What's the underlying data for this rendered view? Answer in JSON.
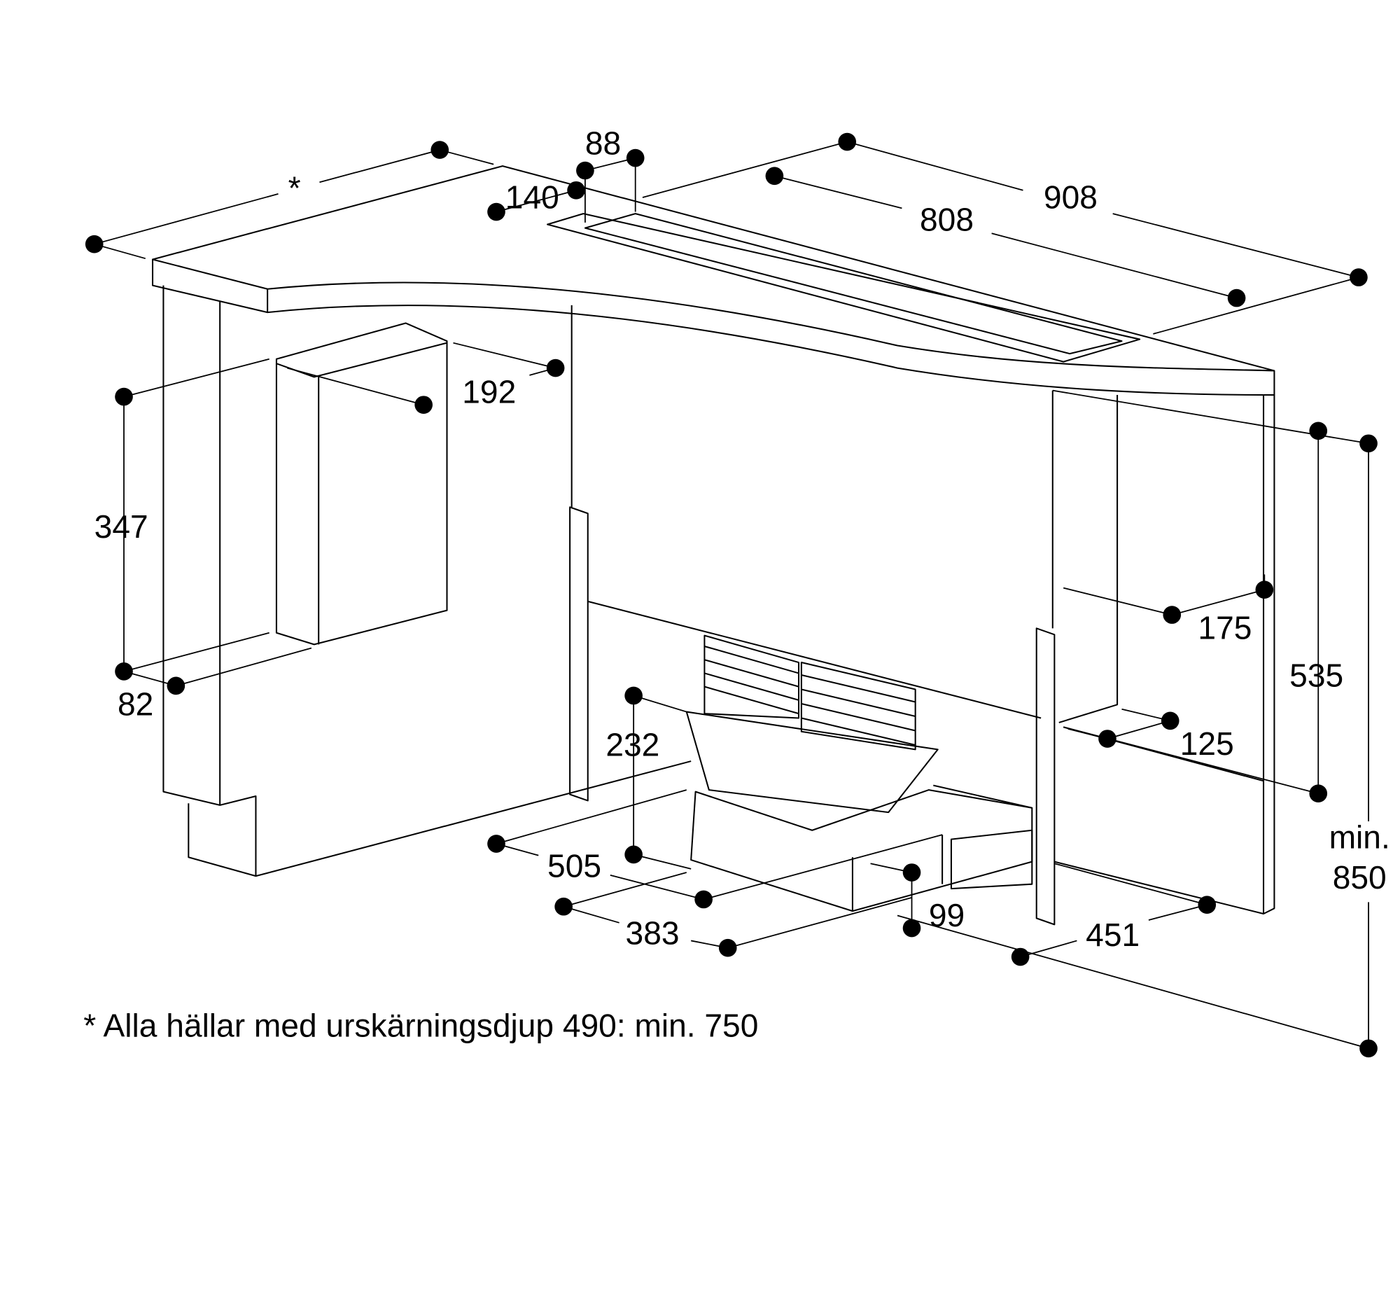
{
  "dimensions": {
    "countertop_depth": "*",
    "slot_width": "88",
    "slot_offset": "140",
    "inner_length": "808",
    "outer_length": "908",
    "box_depth": "192",
    "box_height": "347",
    "box_bottom_offset": "82",
    "side_offset_top": "175",
    "height_535": "535",
    "fan_height": "232",
    "side_offset_bottom": "125",
    "min_label": "min.",
    "min_height": "850",
    "depth_505": "505",
    "duct_height": "99",
    "depth_383": "383",
    "width_451": "451"
  },
  "footnote": "* Alla hällar med urskärningsdjup 490: min. 750"
}
